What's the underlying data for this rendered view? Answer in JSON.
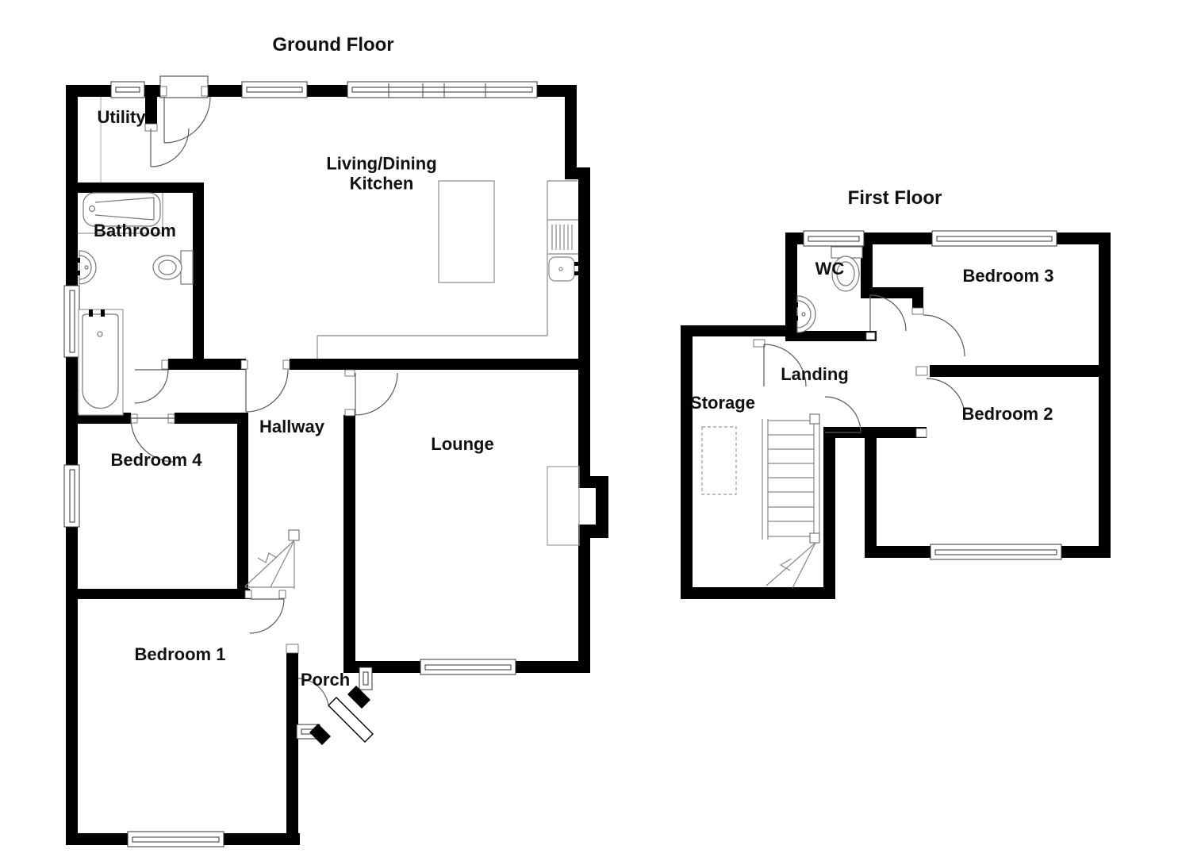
{
  "page": {
    "background": "#ffffff"
  },
  "colors": {
    "wall": "#000000",
    "fixture": "#777777",
    "door": "#5a5a5a",
    "label": "#111111"
  },
  "ground_floor": {
    "title": "Ground Floor",
    "rooms": {
      "utility": "Utility",
      "kitchen": "Living/Dining Kitchen",
      "bathroom": "Bathroom",
      "bedroom4": "Bedroom 4",
      "hallway": "Hallway",
      "lounge": "Lounge",
      "bedroom1": "Bedroom 1",
      "porch": "Porch"
    }
  },
  "first_floor": {
    "title": "First Floor",
    "rooms": {
      "wc": "WC",
      "bedroom3": "Bedroom 3",
      "landing": "Landing",
      "storage": "Storage",
      "bedroom2": "Bedroom 2"
    }
  }
}
